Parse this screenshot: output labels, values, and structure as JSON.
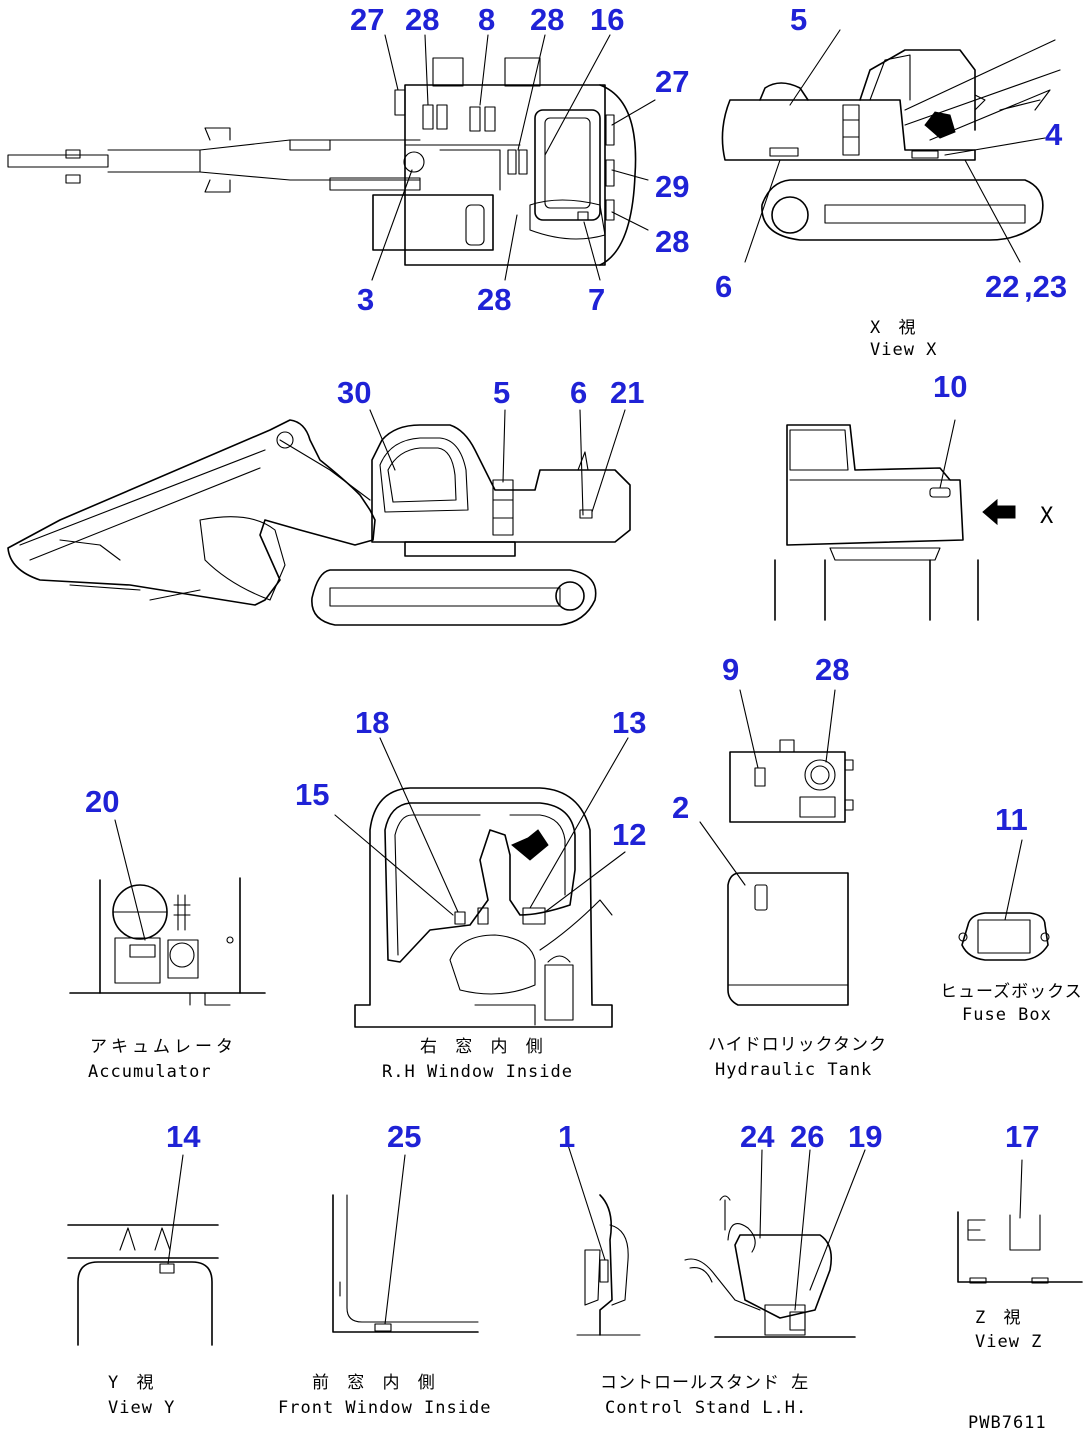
{
  "callouts": {
    "top_view": [
      "27",
      "28",
      "8",
      "28",
      "16",
      "27",
      "29",
      "28",
      "7",
      "28",
      "3"
    ],
    "view_x": [
      "5",
      "4",
      "6",
      "22",
      ",23"
    ],
    "side_view": [
      "30",
      "5",
      "6",
      "21"
    ],
    "rear_view": [
      "10"
    ],
    "panel_9_28": [
      "9",
      "28"
    ],
    "accumulator": [
      "20"
    ],
    "rh_window": [
      "18",
      "13",
      "15",
      "12"
    ],
    "hydraulic_tank": [
      "2"
    ],
    "fuse_box": [
      "11"
    ],
    "view_y": [
      "14"
    ],
    "front_window": [
      "25"
    ],
    "control_stand": [
      "1",
      "24",
      "26",
      "19"
    ],
    "view_z": [
      "17"
    ]
  },
  "captions": {
    "view_x_jp": "X 視",
    "view_x_en": "View X",
    "accumulator_jp": "アキュムレータ",
    "accumulator_en": "Accumulator",
    "rh_window_jp": "右 窓 内 側",
    "rh_window_en": "R.H Window Inside",
    "hydraulic_tank_jp": "ハイドロリックタンク",
    "hydraulic_tank_en": "Hydraulic Tank",
    "fuse_box_jp": "ヒューズボックス",
    "fuse_box_en": "Fuse Box",
    "view_y_jp": "Y 視",
    "view_y_en": "View Y",
    "front_window_jp": "前 窓 内 側",
    "front_window_en": "Front Window Inside",
    "control_stand_jp": "コントロールスタンド 左",
    "control_stand_en": "Control Stand L.H.",
    "view_z_jp": "Z 視",
    "view_z_en": "View Z",
    "arrow_label": "X"
  },
  "drawing_code": "PWB7611",
  "colors": {
    "callout": "#1f22d6",
    "line": "#000000",
    "background": "#ffffff"
  }
}
